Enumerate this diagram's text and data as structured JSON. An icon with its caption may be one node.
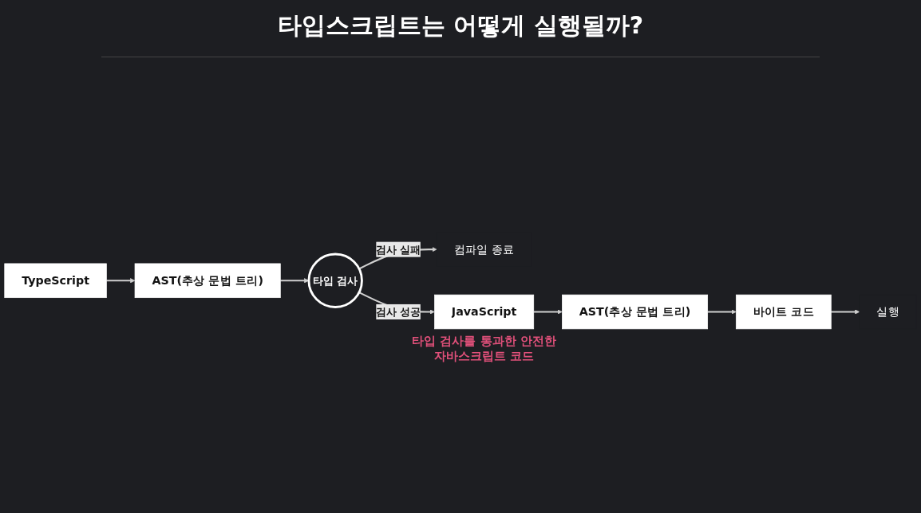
{
  "diagram": {
    "title": "타입스크립트는 어떻게 실행될까?",
    "nodes": [
      {
        "text": [
          "TypeScript"
        ]
      },
      {
        "text": [
          "AST(추상 문법 트리)"
        ]
      },
      {
        "text": [
          "타입 검사"
        ]
      },
      {
        "text": [
          "컴파일 종료"
        ]
      },
      {
        "text": [
          "JavaScript"
        ],
        "beside": [
          "타입 검사를 통과한 안전한 자바스크립트 코드"
        ]
      },
      {
        "text": [
          "AST(추상 문법 트리)"
        ]
      },
      {
        "text": [
          "바이트 코드"
        ]
      },
      {
        "text": [
          "실행"
        ]
      }
    ],
    "edges": [
      {
        "from": 0,
        "to": 1,
        "arrow": "to"
      },
      {
        "from": 1,
        "to": 2,
        "arrow": "to"
      },
      {
        "from": 2,
        "to": 3,
        "label": "검사 실패",
        "arrow": "to"
      },
      {
        "from": 2,
        "to": 4,
        "label": "검사 성공",
        "arrow": "to"
      },
      {
        "from": 4,
        "to": 5,
        "arrow": "to"
      },
      {
        "from": 5,
        "to": 6,
        "arrow": "to"
      },
      {
        "from": 6,
        "to": 7,
        "arrow": "to"
      }
    ]
  }
}
